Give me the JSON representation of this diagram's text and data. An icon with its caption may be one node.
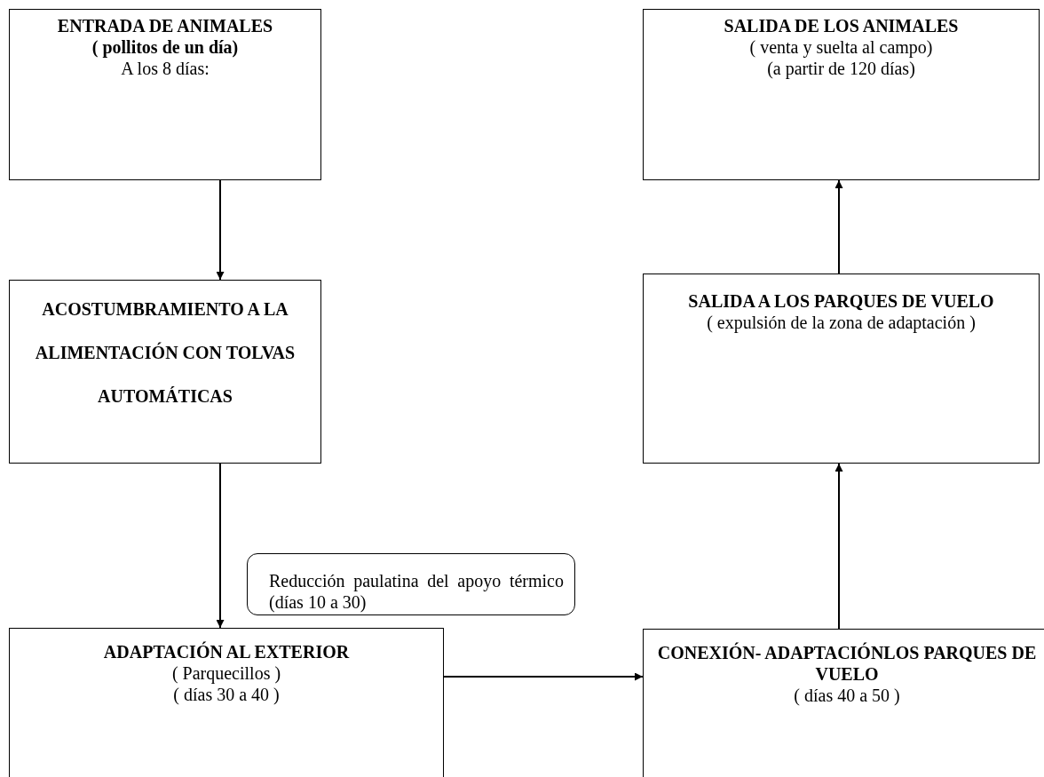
{
  "diagram": {
    "nodes": [
      {
        "text": [
          "ENTRADA DE ANIMALES",
          "( pollitos de un día)",
          "A los 8 días:"
        ]
      },
      {
        "text": [
          "ACOSTUMBRAMIENTO A LA ALIMENTACIÓN CON TOLVAS AUTOMÁTICAS"
        ]
      },
      {
        "text": [
          "Reducción paulatina del apoyo térmico (días 10 a 30)"
        ]
      },
      {
        "text": [
          "ADAPTACIÓN AL EXTERIOR",
          "( Parquecillos )",
          "( días 30 a 40 )"
        ]
      },
      {
        "text": [
          "CONEXIÓN- ADAPTACIÓNLOS PARQUES DE VUELO",
          "( días 40 a 50 )"
        ]
      },
      {
        "text": [
          "SALIDA A LOS PARQUES DE VUELO",
          "( expulsión de la zona de adaptación )"
        ]
      },
      {
        "text": [
          "SALIDA DE LOS ANIMALES",
          "( venta y suelta al campo)",
          "(a partir de 120 días)"
        ]
      }
    ],
    "edges": [
      {
        "from": 0,
        "to": 1,
        "arrow": "to"
      },
      {
        "from": 1,
        "to": 3,
        "arrow": "to"
      },
      {
        "from": 3,
        "to": 4,
        "arrow": "to"
      },
      {
        "from": 4,
        "to": 5,
        "arrow": "to"
      },
      {
        "from": 5,
        "to": 6,
        "arrow": "to"
      }
    ]
  }
}
